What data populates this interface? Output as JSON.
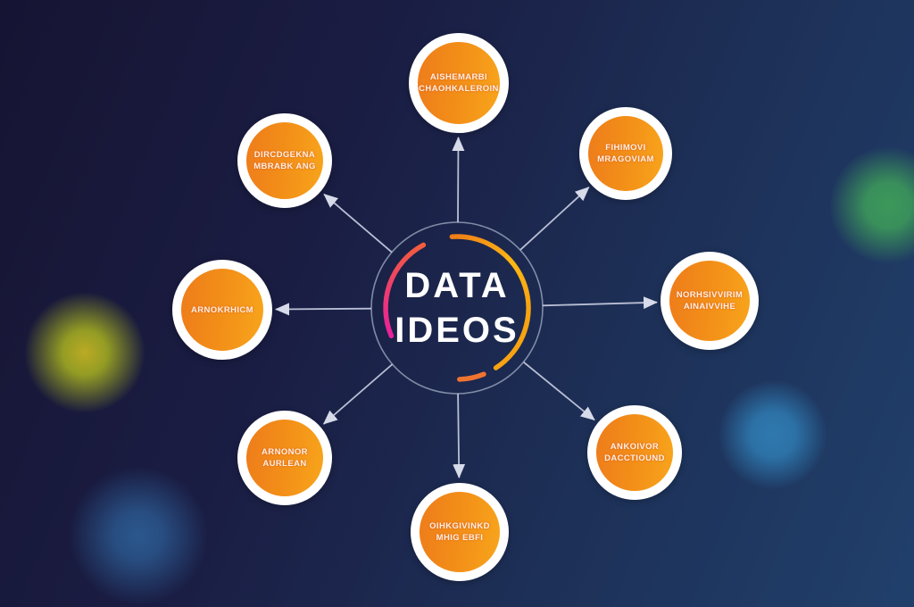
{
  "title": {
    "line1": "DATA",
    "line2": "IDEOS"
  },
  "nodes": [
    {
      "id": "top",
      "label_line1": "AISHEMARBI",
      "label_line2": "CHAOHKALEROIN"
    },
    {
      "id": "top-right",
      "label_line1": "FIHIMOVI",
      "label_line2": "MRAGOVIAM"
    },
    {
      "id": "right",
      "label_line1": "NORHSIVVIRIM",
      "label_line2": "AINAIVVIHE"
    },
    {
      "id": "bottom-right",
      "label_line1": "ANKOIVOR",
      "label_line2": "DACCTIOUND"
    },
    {
      "id": "bottom",
      "label_line1": "OIHKGIVINKD",
      "label_line2": "MHIG EBFI"
    },
    {
      "id": "bottom-left",
      "label_line1": "ARNONOR",
      "label_line2": "AURLEAN"
    },
    {
      "id": "left",
      "label_line1": "ARNOKRHICM",
      "label_line2": ""
    },
    {
      "id": "top-left",
      "label_line1": "DIRCDGEKNA",
      "label_line2": "MBRABK ANG"
    }
  ],
  "colors": {
    "background_start": "#161433",
    "background_end": "#20406b",
    "node_ring": "#ffffff",
    "node_fill_start": "#ee7c1b",
    "node_fill_end": "#f8a51c",
    "node_text": "#fff0e0",
    "arrow": "#c9cee0",
    "hub_outline": "#939db6",
    "hub_ring_pink": "#e9219b",
    "hub_ring_orangered": "#f2603a",
    "hub_ring_orange": "#ef7d18",
    "hub_ring_yellow": "#fdb814",
    "glow_green": "#3e9e5a",
    "glow_yellow": "#b2bd1e",
    "glow_blue": "#2f7cb3",
    "glow_navy": "#2d5e96"
  }
}
